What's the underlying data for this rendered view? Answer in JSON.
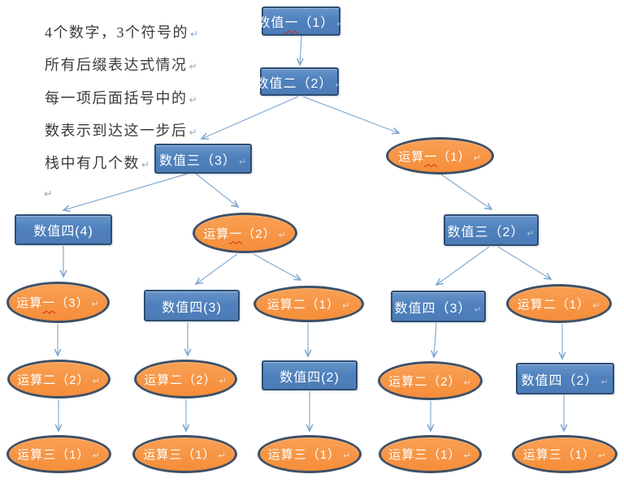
{
  "annotation": {
    "lines": [
      "4个数字，3个符号的",
      "所有后缀表达式情况",
      "每一项后面括号中的",
      "数表示到达这一步后",
      "栈中有几个数"
    ]
  },
  "marks": {
    "return": "↵"
  },
  "colors": {
    "rect_fill": "#4f81bd",
    "rect_border": "#2e4d73",
    "ellipse_fill": "#f79646",
    "ellipse_border": "#3e5066",
    "arrow": "#86abd2",
    "node_text": "#ffffff",
    "annotation_text": "#3b3b3b",
    "spellcheck_underline": "#dd2a1e"
  },
  "nodes": [
    {
      "shape": "rect",
      "label": "数值一（1）",
      "head": "数值",
      "sq": "一",
      "tail": "（1）",
      "ret": true
    },
    {
      "shape": "rect",
      "label": "数值二（2）",
      "head": "数值二（2）",
      "sq": "",
      "tail": "",
      "ret": true
    },
    {
      "shape": "rect",
      "label": "数值三（3）",
      "head": "数值三（3）",
      "sq": "",
      "tail": "",
      "ret": true
    },
    {
      "shape": "ellipse",
      "label": "运算一（1）",
      "head": "运算",
      "sq": "一",
      "tail": "（1）",
      "ret": true
    },
    {
      "shape": "rect",
      "label": "数值四(4)",
      "head": "数值四(4)",
      "sq": "",
      "tail": "",
      "ret": false
    },
    {
      "shape": "ellipse",
      "label": "运算一（2）",
      "head": "运算",
      "sq": "一",
      "tail": "（2）",
      "ret": true
    },
    {
      "shape": "rect",
      "label": "数值三（2）",
      "head": "数值三（2）",
      "sq": "",
      "tail": "",
      "ret": true
    },
    {
      "shape": "ellipse",
      "label": "运算一（3）",
      "head": "运算",
      "sq": "一",
      "tail": "（3）",
      "ret": true
    },
    {
      "shape": "rect",
      "label": "数值四(3)",
      "head": "数值四(3)",
      "sq": "",
      "tail": "",
      "ret": false
    },
    {
      "shape": "ellipse",
      "label": "运算二（1）",
      "head": "运算二（1）",
      "sq": "",
      "tail": "",
      "ret": true
    },
    {
      "shape": "rect",
      "label": "数值四（3）",
      "head": "数值四（3）",
      "sq": "",
      "tail": "",
      "ret": true
    },
    {
      "shape": "ellipse",
      "label": "运算二（1）",
      "head": "运算二（1）",
      "sq": "",
      "tail": "",
      "ret": true
    },
    {
      "shape": "ellipse",
      "label": "运算二（2）",
      "head": "运算二（2）",
      "sq": "",
      "tail": "",
      "ret": true
    },
    {
      "shape": "ellipse",
      "label": "运算二（2）",
      "head": "运算二（2）",
      "sq": "",
      "tail": "",
      "ret": true
    },
    {
      "shape": "rect",
      "label": "数值四(2)",
      "head": "数值四(2)",
      "sq": "",
      "tail": "",
      "ret": false
    },
    {
      "shape": "ellipse",
      "label": "运算二（2）",
      "head": "运算二（2）",
      "sq": "",
      "tail": "",
      "ret": true
    },
    {
      "shape": "rect",
      "label": "数值四（2）",
      "head": "数值四（2）",
      "sq": "",
      "tail": "",
      "ret": true
    },
    {
      "shape": "ellipse",
      "label": "运算三（1）",
      "head": "运算三（1）",
      "sq": "",
      "tail": "",
      "ret": true
    },
    {
      "shape": "ellipse",
      "label": "运算三（1）",
      "head": "运算三（1）",
      "sq": "",
      "tail": "",
      "ret": true
    },
    {
      "shape": "ellipse",
      "label": "运算三（1）",
      "head": "运算三（1）",
      "sq": "",
      "tail": "",
      "ret": true
    },
    {
      "shape": "ellipse",
      "label": "运算三（1）",
      "head": "运算三（1）",
      "sq": "",
      "tail": "",
      "ret": true
    },
    {
      "shape": "ellipse",
      "label": "运算三（1）",
      "head": "运算三（1）",
      "sq": "",
      "tail": "",
      "ret": true
    }
  ]
}
